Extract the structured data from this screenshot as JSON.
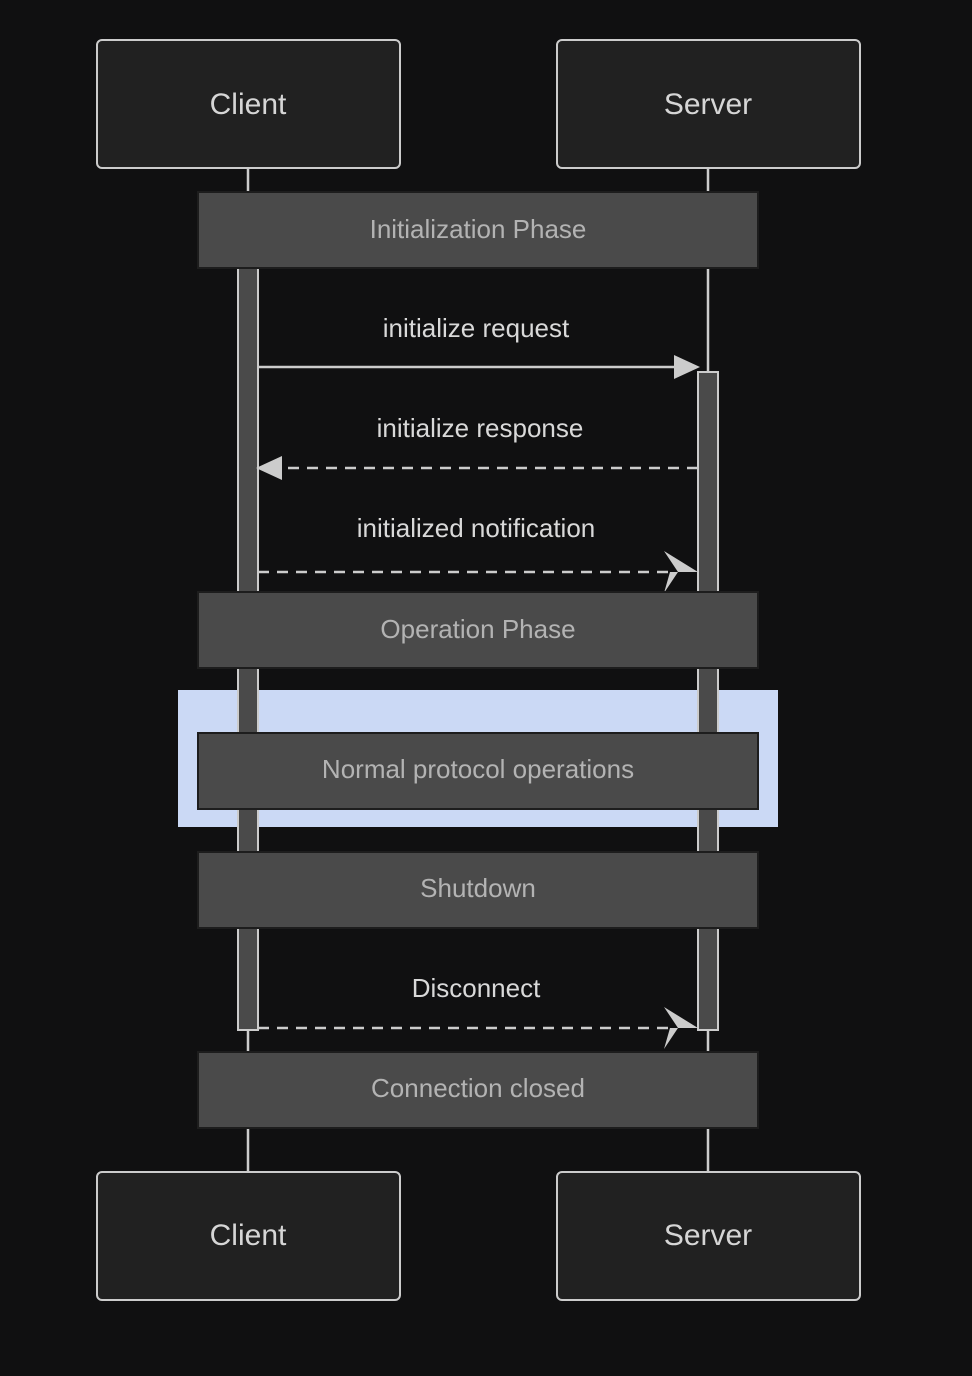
{
  "diagram": {
    "title": "Client-Server protocol lifecycle sequence diagram",
    "type": "sequence-diagram",
    "background_color": "#101011",
    "participant_fill": "#212121",
    "participant_stroke": "#cccccc",
    "phase_bar_color": "#4a4a4a",
    "highlight_color": "#cbd9f5",
    "line_color": "#cccccc",
    "label_color": "#d9d9d9",
    "phase_label_color": "#b3b3b3"
  },
  "participants": {
    "top": [
      {
        "id": "client",
        "label": "Client"
      },
      {
        "id": "server",
        "label": "Server"
      }
    ],
    "bottom": [
      {
        "id": "client",
        "label": "Client"
      },
      {
        "id": "server",
        "label": "Server"
      }
    ]
  },
  "phases": [
    {
      "id": "initialization",
      "label": "Initialization Phase"
    },
    {
      "id": "operation",
      "label": "Operation Phase"
    },
    {
      "id": "normal-operations",
      "label": "Normal protocol operations",
      "highlighted": true
    },
    {
      "id": "shutdown",
      "label": "Shutdown"
    },
    {
      "id": "connection-closed",
      "label": "Connection closed"
    }
  ],
  "messages": [
    {
      "id": "initialize-request",
      "label": "initialize request",
      "from": "client",
      "to": "server",
      "direction": "right",
      "style": "solid",
      "arrowhead": "filled"
    },
    {
      "id": "initialize-response",
      "label": "initialize response",
      "from": "server",
      "to": "client",
      "direction": "left",
      "style": "dashed",
      "arrowhead": "filled"
    },
    {
      "id": "initialized-notification",
      "label": "initialized notification",
      "from": "client",
      "to": "server",
      "direction": "right",
      "style": "dashed",
      "arrowhead": "open"
    },
    {
      "id": "disconnect",
      "label": "Disconnect",
      "from": "client",
      "to": "server",
      "direction": "right",
      "style": "dashed",
      "arrowhead": "open"
    }
  ]
}
